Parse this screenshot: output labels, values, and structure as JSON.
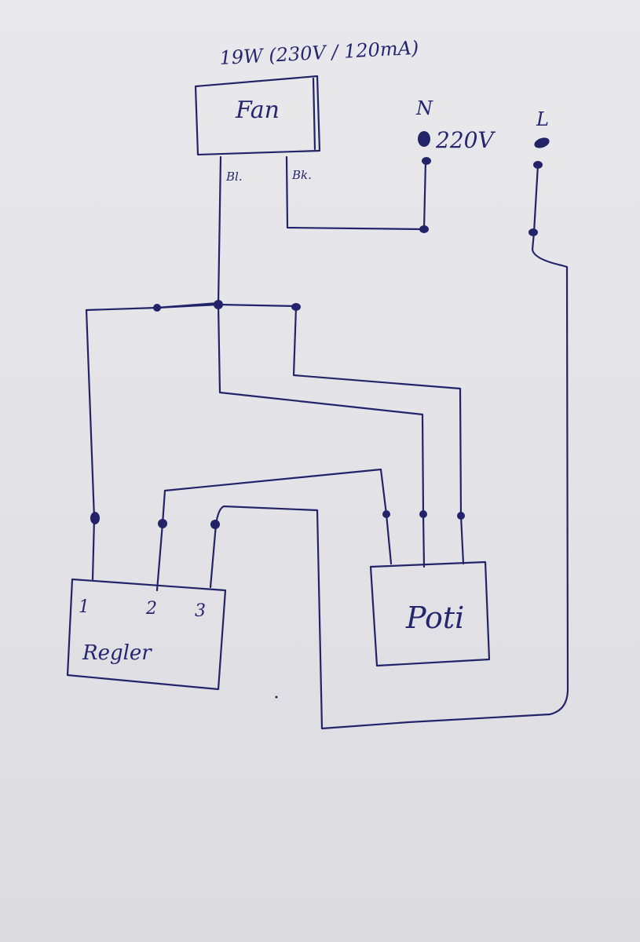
{
  "fan": {
    "rating": "19W (230V / 120mA)",
    "label": "Fan",
    "wire_left": "Bl.",
    "wire_right": "Bk."
  },
  "supply": {
    "neutral": "N",
    "voltage": "220V",
    "live": "L"
  },
  "regler": {
    "label": "Regler",
    "terminals": [
      "1",
      "2",
      "3"
    ]
  },
  "poti": {
    "label": "Poti"
  },
  "colors": {
    "ink": "#23236a",
    "paper": "#e6e6ea"
  }
}
